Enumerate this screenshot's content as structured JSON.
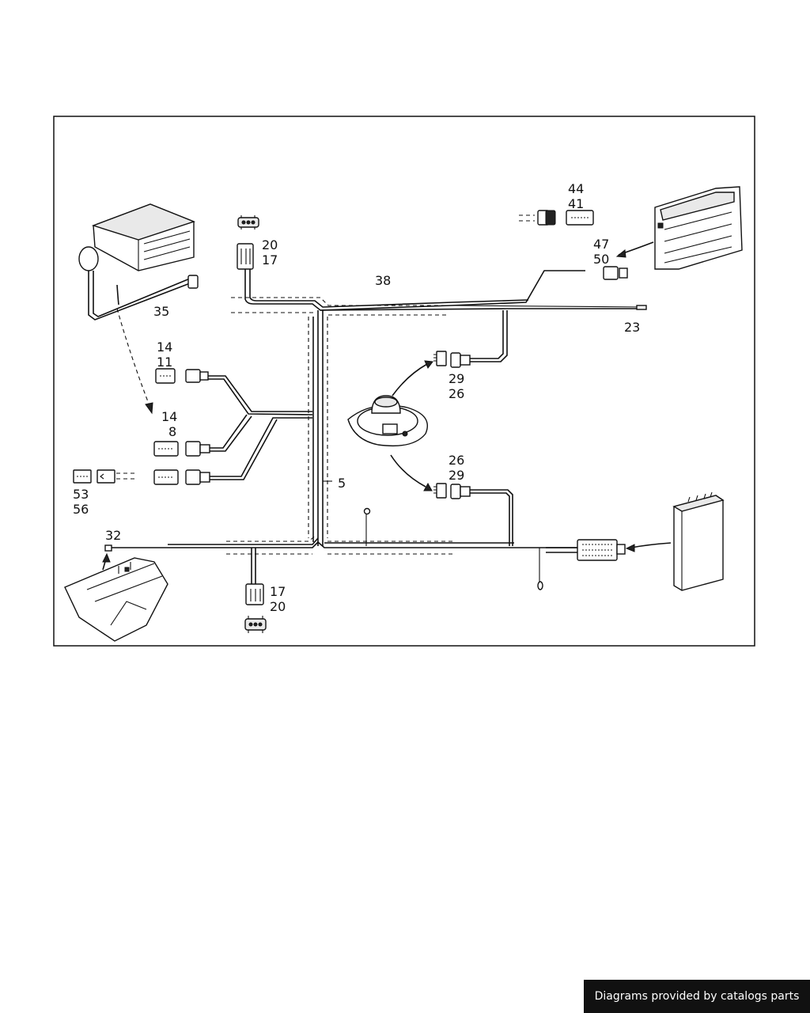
{
  "callouts": {
    "c44": "44",
    "c41": "41",
    "c20a": "20",
    "c17a": "17",
    "c47": "47",
    "c50": "50",
    "c38": "38",
    "c35": "35",
    "c23": "23",
    "c14a": "14",
    "c11": "11",
    "c29a": "29",
    "c26a": "26",
    "c14b": "14",
    "c8": "8",
    "c5": "5",
    "c26b": "26",
    "c29b": "29",
    "c53": "53",
    "c56": "56",
    "c32": "32",
    "c17b": "17",
    "c20b": "20"
  },
  "colors": {
    "line": "#111111",
    "footer_bg": "#111111",
    "footer_text": "#ffffff"
  },
  "footer": {
    "text": "Diagrams provided by catalogs parts"
  }
}
